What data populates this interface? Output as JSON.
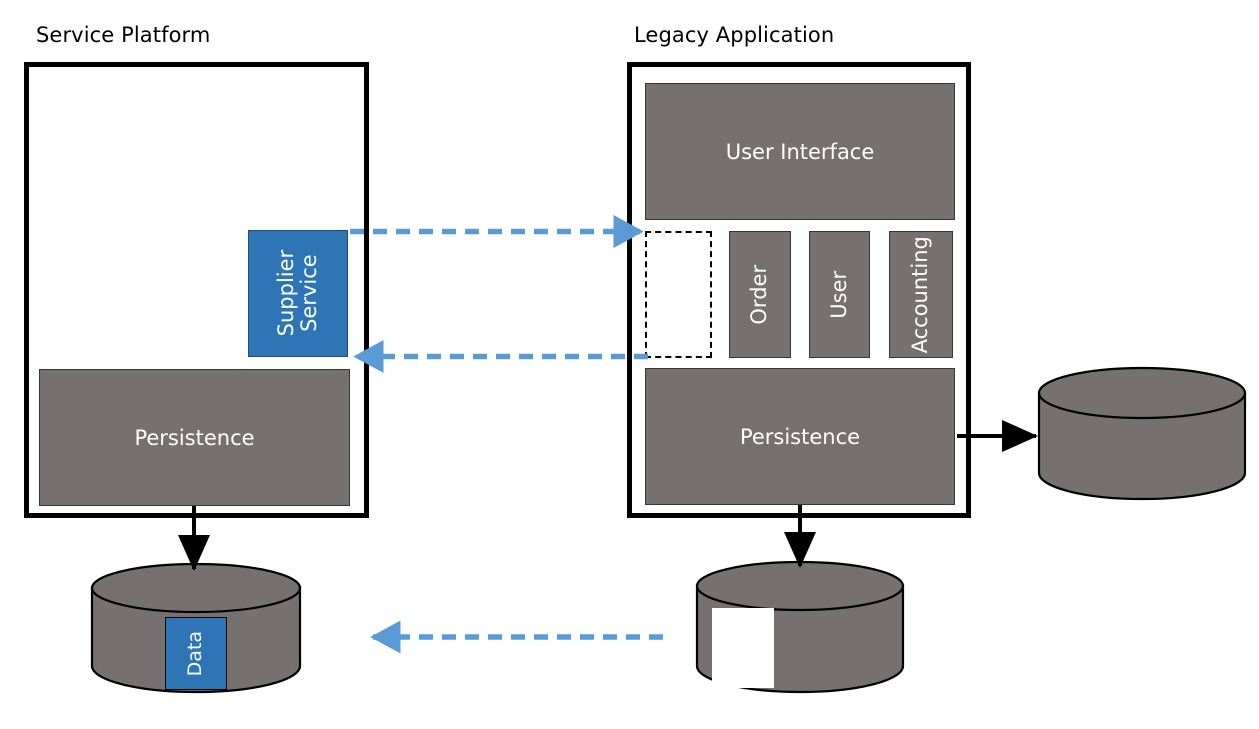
{
  "diagram": {
    "title_left": "Service Platform",
    "title_right": "Legacy Application",
    "colors": {
      "gray": "#767070",
      "blue": "#2E75B6",
      "dashed_arrow": "#5B9BD5",
      "solid_arrow": "#000000",
      "container_border": "#000000",
      "background": "#FFFFFF"
    }
  },
  "service_platform": {
    "label": "Service Platform",
    "components": {
      "supplier_service": "Supplier\nService",
      "supplier_service_line1": "Supplier",
      "supplier_service_line2": "Service",
      "persistence": "Persistence"
    },
    "database": {
      "label": "",
      "inner_label": "Data"
    }
  },
  "legacy_application": {
    "label": "Legacy Application",
    "components": {
      "user_interface": "User Interface",
      "removed_module": "",
      "order": "Order",
      "user": "User",
      "accounting": "Accounting",
      "persistence": "Persistence"
    },
    "databases": {
      "right": "",
      "bottom": "",
      "bottom_inner": ""
    }
  },
  "connectors": [
    {
      "name": "request-arrow",
      "from": "Supplier Service",
      "to": "Legacy Application module slot",
      "style": "dashed",
      "direction": "right",
      "color": "#5B9BD5"
    },
    {
      "name": "response-arrow",
      "from": "Legacy Application module slot",
      "to": "Supplier Service",
      "style": "dashed",
      "direction": "left",
      "color": "#5B9BD5"
    },
    {
      "name": "data-migration-arrow",
      "from": "Legacy database",
      "to": "Service Platform database",
      "style": "dashed",
      "direction": "left",
      "color": "#5B9BD5"
    },
    {
      "name": "platform-persistence-to-db",
      "from": "Persistence",
      "to": "Data database",
      "style": "solid",
      "direction": "down",
      "color": "#000000"
    },
    {
      "name": "legacy-persistence-to-db",
      "from": "Persistence",
      "to": "Legacy database",
      "style": "solid",
      "direction": "down",
      "color": "#000000"
    },
    {
      "name": "legacy-persistence-to-right-db",
      "from": "Persistence",
      "to": "Right database",
      "style": "solid",
      "direction": "right",
      "color": "#000000"
    }
  ]
}
